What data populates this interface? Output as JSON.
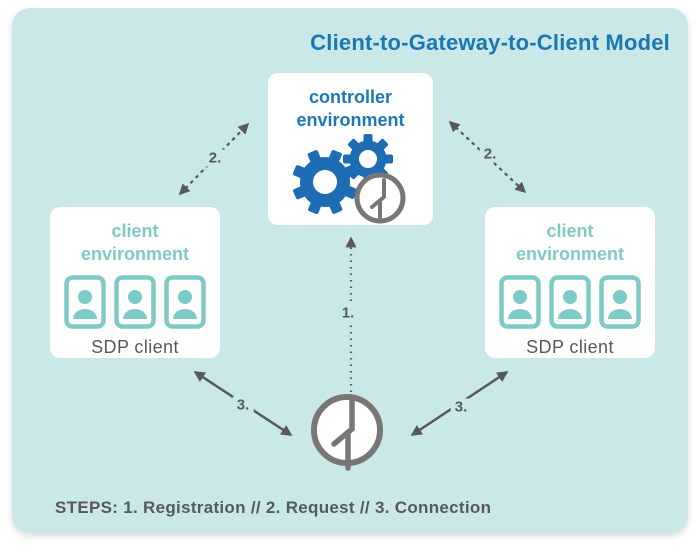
{
  "title": "Client-to-Gateway-to-Client Model",
  "colors": {
    "bg": "#c9e8e7",
    "panel": "#ffffff",
    "blue": "#1a78b4",
    "gearblue": "#1e6db4",
    "teal": "#7ecac7",
    "gray": "#58595b",
    "clockgray": "#777777"
  },
  "controller": {
    "label": "controller environment",
    "icon": "gears-clock-icon"
  },
  "clients": {
    "left": {
      "label": "client environment",
      "sublabel": "SDP client",
      "icon": "user-card-icon",
      "icon_count": 3
    },
    "right": {
      "label": "client environment",
      "sublabel": "SDP client",
      "icon": "user-card-icon",
      "icon_count": 3
    }
  },
  "hub": {
    "icon": "clock-icon"
  },
  "arrows": [
    {
      "name": "registration",
      "label": "1.",
      "line": "dotted"
    },
    {
      "name": "request-left",
      "label": "2.",
      "line": "dashed"
    },
    {
      "name": "request-right",
      "label": "2.",
      "line": "dashed"
    },
    {
      "name": "connection-left",
      "label": "3.",
      "line": "solid"
    },
    {
      "name": "connection-right",
      "label": "3.",
      "line": "solid"
    }
  ],
  "steps_caption": "STEPS: 1. Registration // 2. Request // 3. Connection"
}
